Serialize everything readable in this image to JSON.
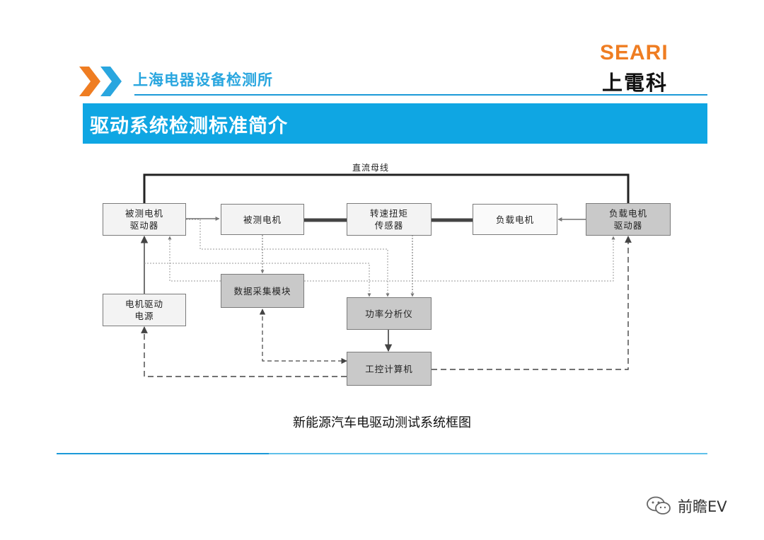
{
  "header": {
    "org_name": "上海电器设备检测所",
    "logo_en": "SEARI",
    "logo_cn": "上電科",
    "brand_orange": "#ef7d22",
    "brand_blue": "#0fa6e3"
  },
  "title_bar": {
    "title": "驱动系统检测标准简介"
  },
  "diagram": {
    "bus_label": "直流母线",
    "nodes": {
      "dut_drive": [
        "被测电机",
        "驱动器"
      ],
      "dut_motor": "被测电机",
      "torque_sensor": [
        "转速扭矩",
        "传感器"
      ],
      "load_motor": "负载电机",
      "load_drive": [
        "负载电机",
        "驱动器"
      ],
      "drive_power": [
        "电机驱动",
        "电源"
      ],
      "daq": "数据采集模块",
      "power_analyzer": "功率分析仪",
      "ipc": "工控计算机"
    },
    "caption": "新能源汽车电驱动测试系统框图"
  },
  "watermark": {
    "text": "前瞻EV",
    "icon": "wechat-icon"
  }
}
